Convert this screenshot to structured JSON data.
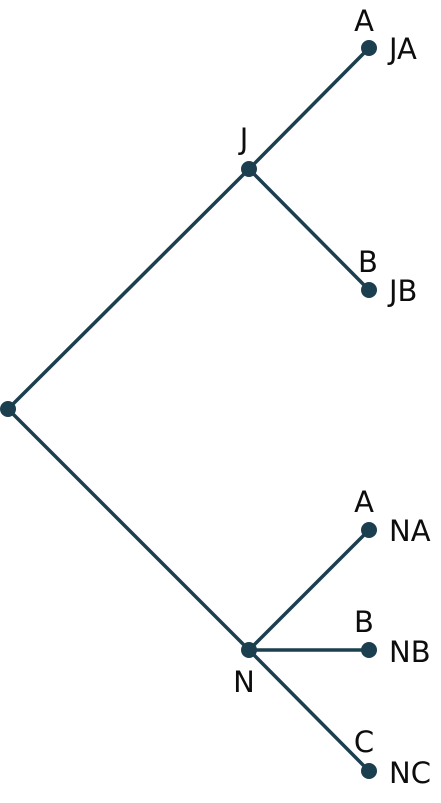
{
  "diagram": {
    "type": "tree-diagram",
    "line_color": "#1c3f4f",
    "node_color": "#1c3f4f",
    "text_color": "#0d0d0d",
    "nodes": {
      "root": {
        "label": ""
      },
      "j": {
        "label": "J"
      },
      "n": {
        "label": "N"
      },
      "ja": {
        "label": "A",
        "outcome": "JA"
      },
      "jb": {
        "label": "B",
        "outcome": "JB"
      },
      "na": {
        "label": "A",
        "outcome": "NA"
      },
      "nb": {
        "label": "B",
        "outcome": "NB"
      },
      "nc": {
        "label": "C",
        "outcome": "NC"
      }
    },
    "edges": [
      {
        "from": "root",
        "to": "j"
      },
      {
        "from": "root",
        "to": "n"
      },
      {
        "from": "j",
        "to": "ja"
      },
      {
        "from": "j",
        "to": "jb"
      },
      {
        "from": "n",
        "to": "na"
      },
      {
        "from": "n",
        "to": "nb"
      },
      {
        "from": "n",
        "to": "nc"
      }
    ]
  }
}
